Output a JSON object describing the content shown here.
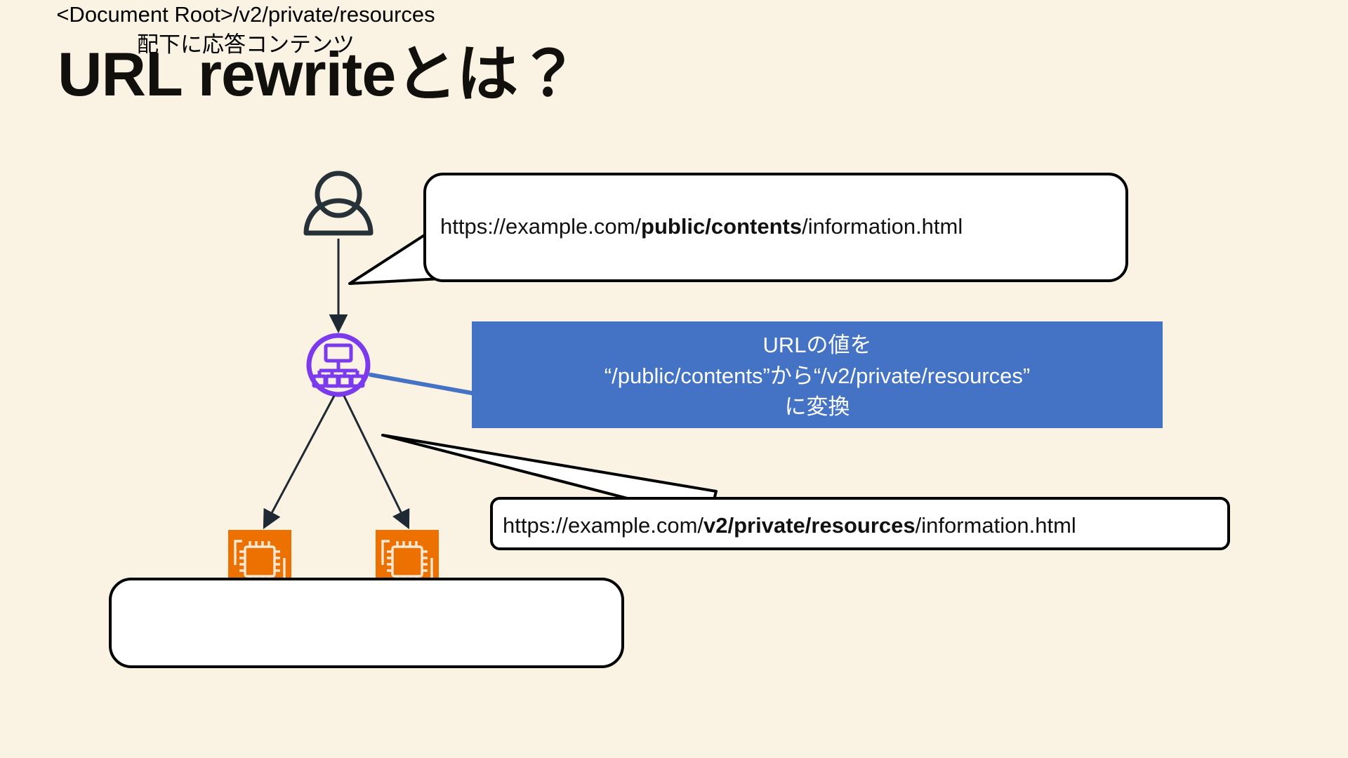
{
  "slide": {
    "title": "URL rewriteとは？",
    "background_color": "#FAF3E4",
    "title_color": "#12100C"
  },
  "colors": {
    "background": "#FAF3E4",
    "accent_blue": "#4472C4",
    "node_purple": "#7C3AED",
    "ec2_orange": "#ED7100",
    "stroke_dark": "#1F2933",
    "bubble_fill": "#FFFFFF",
    "bubble_stroke": "#000000",
    "note_text": "#FFFFFF"
  },
  "diagram": {
    "client": {
      "icon": "person-icon",
      "label": ""
    },
    "load_balancer": {
      "icon": "load-balancer-icon",
      "label": ""
    },
    "servers": [
      {
        "icon": "ec2-instance-icon",
        "label": ""
      },
      {
        "icon": "ec2-instance-icon",
        "label": ""
      }
    ]
  },
  "request_bubble": {
    "prefix": "https://example.com/",
    "bold_1": "public",
    "sep_1": "/",
    "bold_2": "contents",
    "suffix": "/information.html",
    "full_text": "https://example.com/public/contents/information.html"
  },
  "response_bubble": {
    "prefix": "https://example.com/",
    "bold_1": "v2",
    "sep_1": "/",
    "bold_2": "private",
    "sep_2": "/",
    "bold_3": "resources",
    "suffix": "/information.html",
    "full_text": "https://example.com/v2/private/resources/information.html"
  },
  "blue_note": {
    "line_1": "URLの値を",
    "line_2": "“/public/contents”から“/v2/private/resources”",
    "line_3": "に変換"
  },
  "docroot_note": {
    "line_1": "<Document Root>/v2/private/resources",
    "line_2": "配下に応答コンテンツ"
  }
}
